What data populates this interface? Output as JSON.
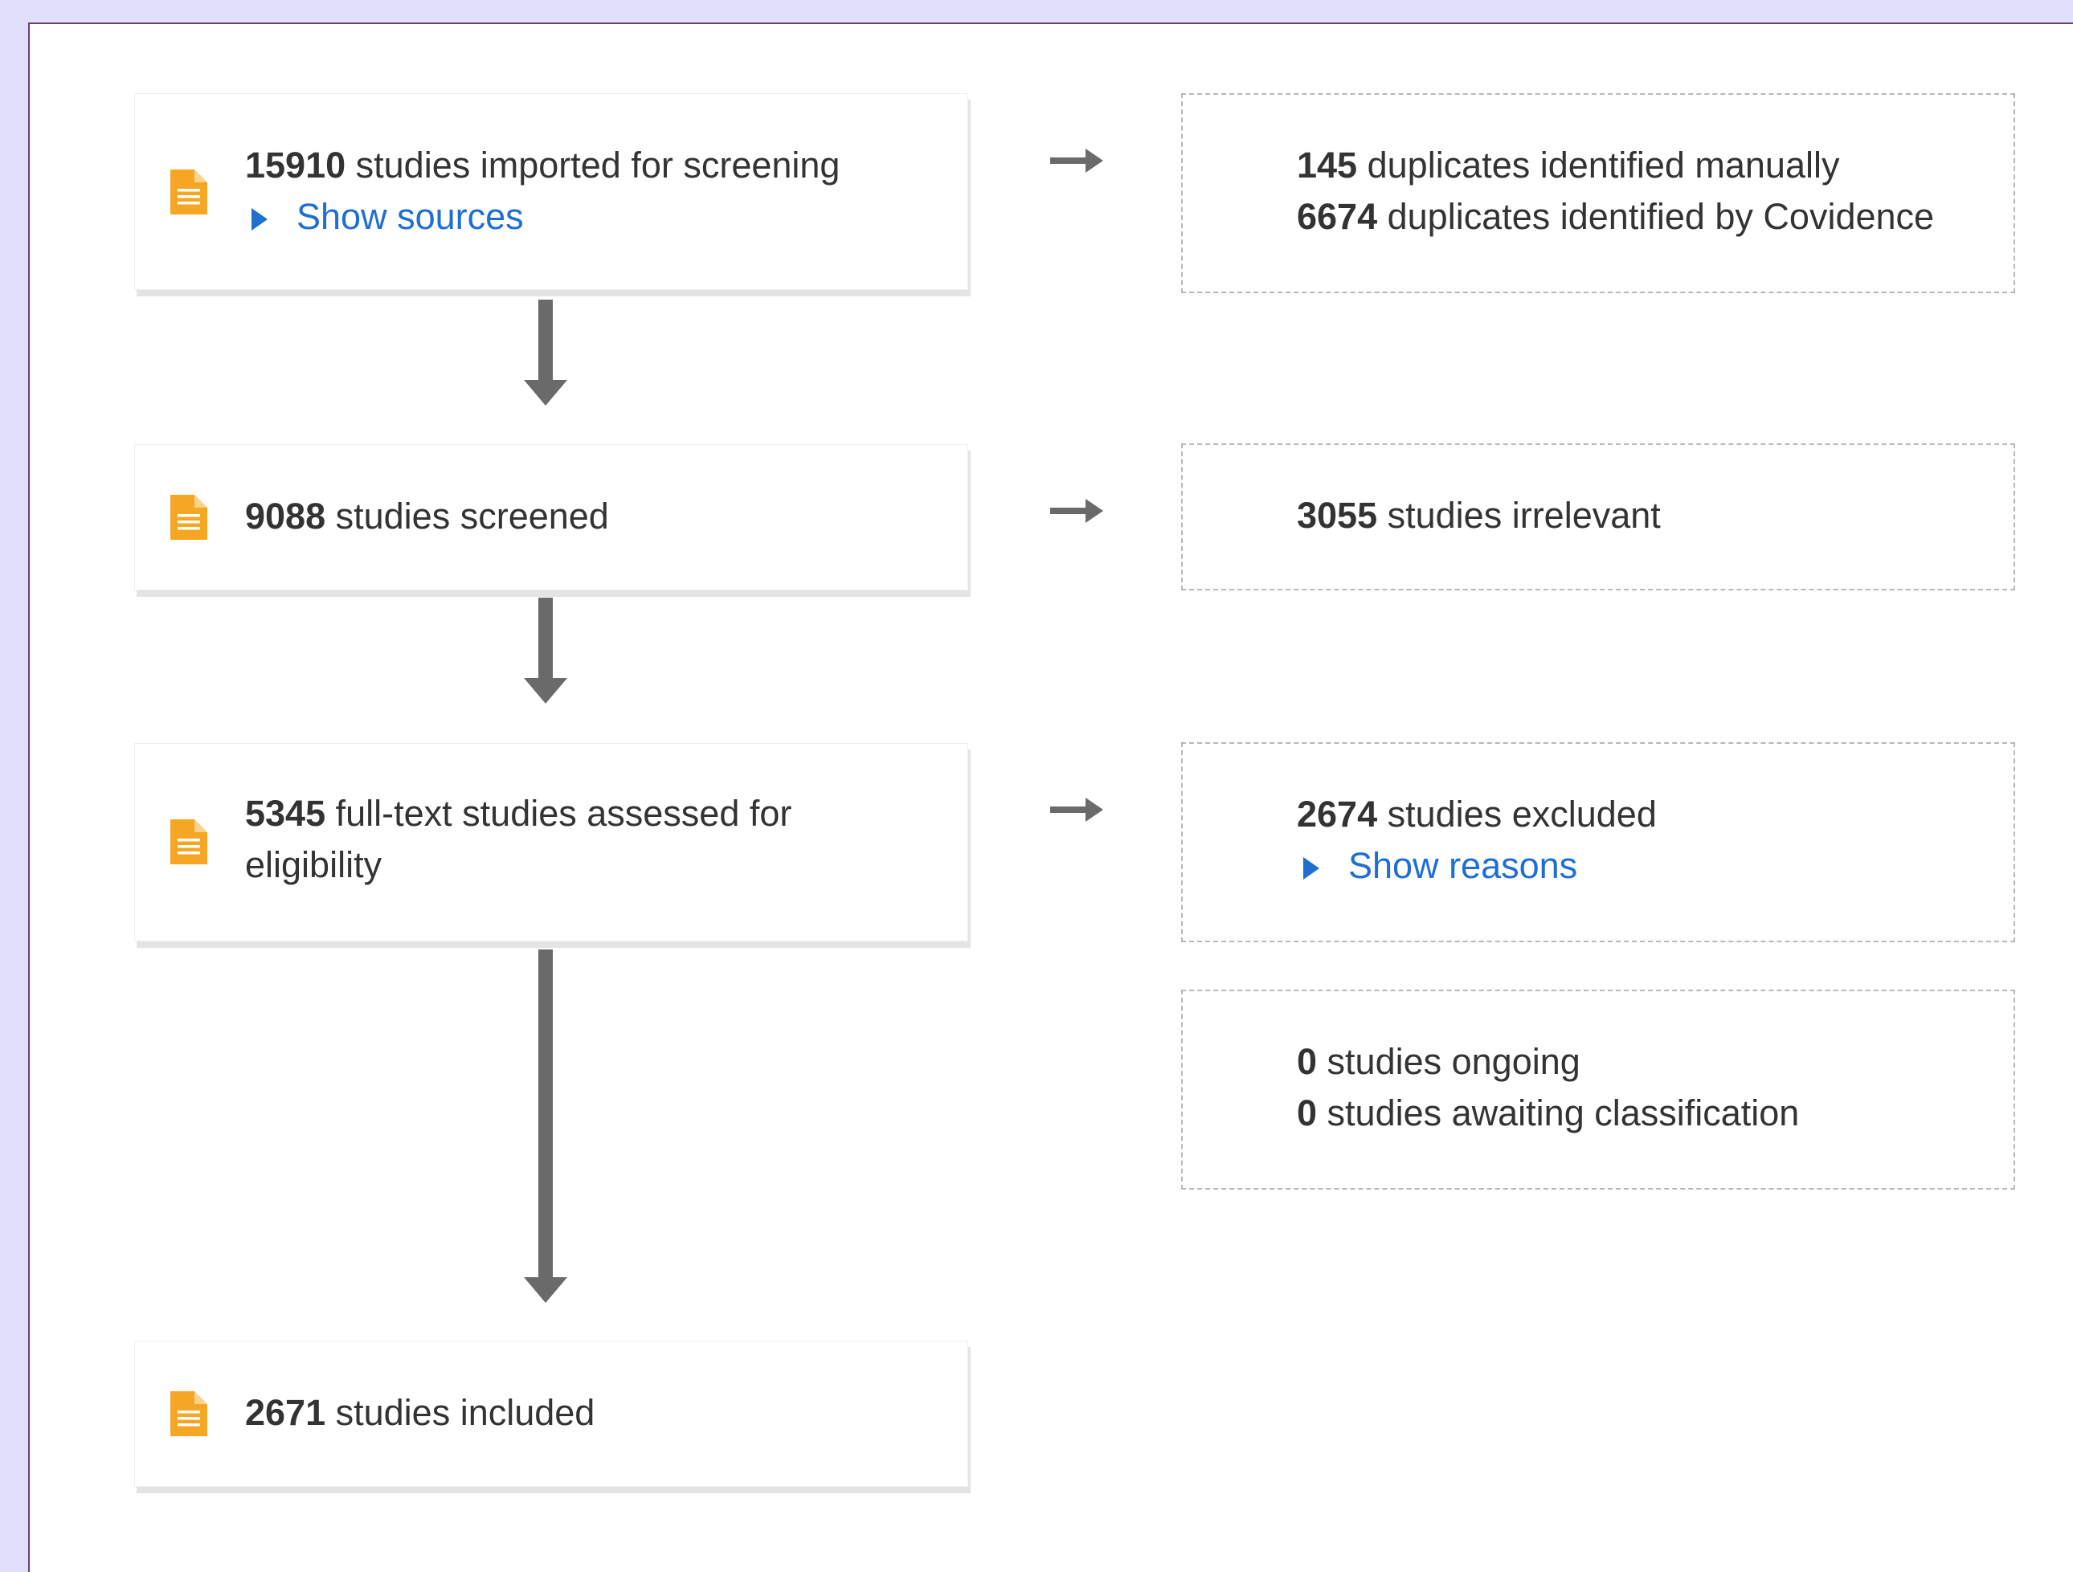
{
  "flow": {
    "imported": {
      "count": "15910",
      "label": "studies imported for screening",
      "toggle": "Show sources"
    },
    "screened": {
      "count": "9088",
      "label": "studies screened"
    },
    "assessed": {
      "count": "5345",
      "label": "full-text studies assessed for eligibility"
    },
    "included": {
      "count": "2671",
      "label": "studies included"
    }
  },
  "side": {
    "duplicates": [
      {
        "count": "145",
        "label": "duplicates identified manually"
      },
      {
        "count": "6674",
        "label": "duplicates identified by Covidence"
      }
    ],
    "irrelevant": {
      "count": "3055",
      "label": "studies irrelevant"
    },
    "excluded": {
      "count": "2674",
      "label": "studies excluded",
      "toggle": "Show reasons"
    },
    "other": [
      {
        "count": "0",
        "label": "studies ongoing"
      },
      {
        "count": "0",
        "label": "studies awaiting classification"
      }
    ]
  },
  "colors": {
    "background": "#e1e0fc",
    "panel": "#ffffff",
    "icon": "#f5a623",
    "link": "#1e6fd1",
    "arrow": "#6a6a6a",
    "dashed_border": "#b8b8b8"
  }
}
